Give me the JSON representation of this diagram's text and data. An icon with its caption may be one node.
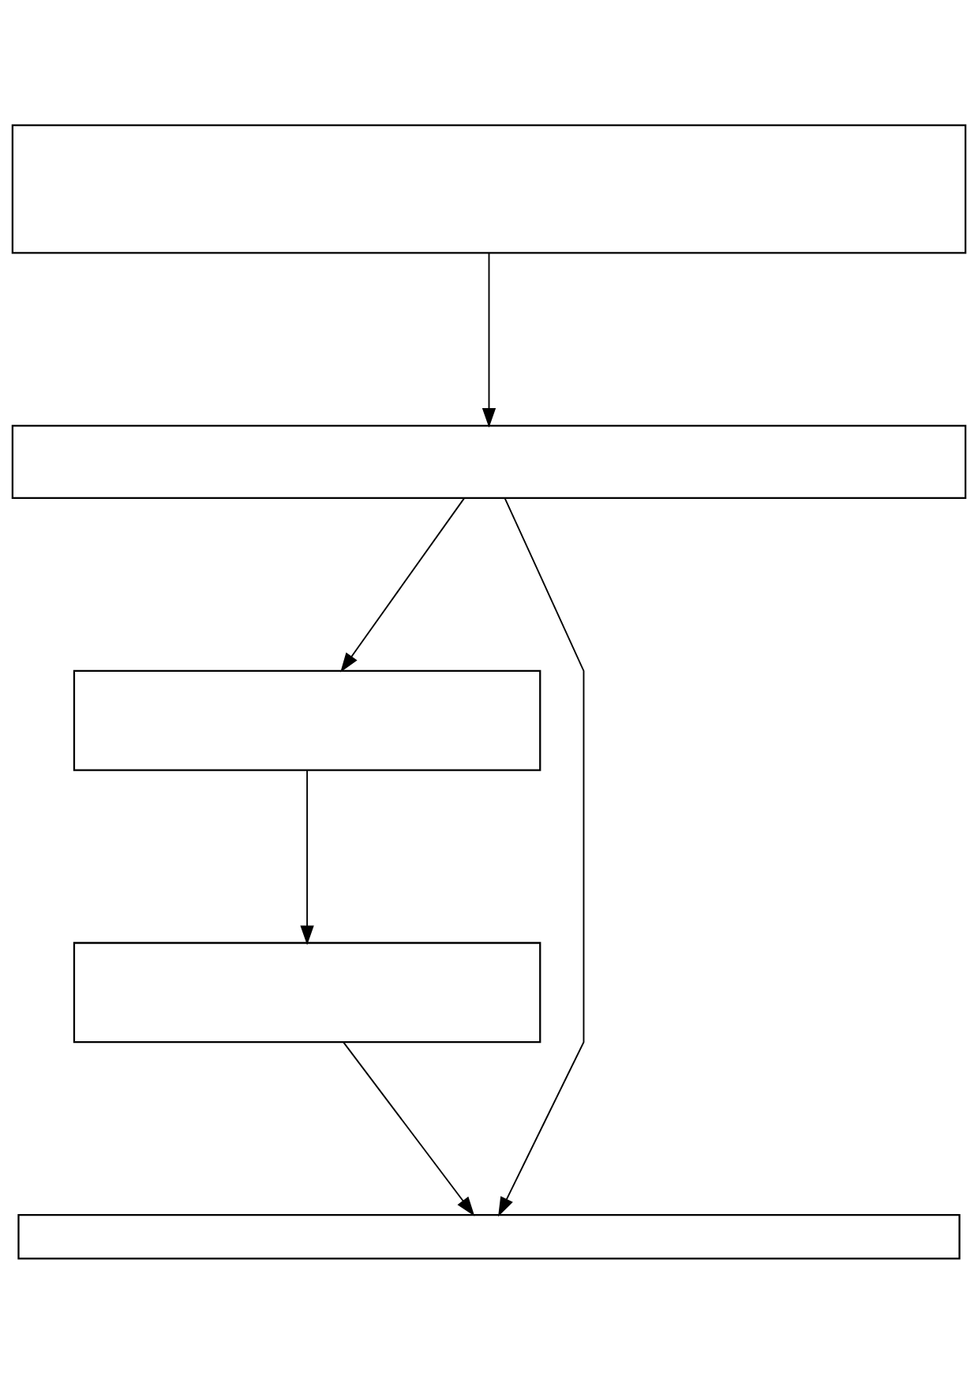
{
  "diagram": {
    "nodes": [
      {
        "text": [],
        "shape": "box"
      },
      {
        "text": [],
        "shape": "box"
      },
      {
        "text": [],
        "shape": "box"
      },
      {
        "text": [],
        "shape": "box"
      },
      {
        "text": [],
        "shape": "box"
      }
    ],
    "edges": [
      {
        "from": 0,
        "to": 1,
        "arrow": "to"
      },
      {
        "from": 1,
        "to": 2,
        "arrow": "to"
      },
      {
        "from": 1,
        "to": 4,
        "arrow": "to"
      },
      {
        "from": 2,
        "to": 3,
        "arrow": "to"
      },
      {
        "from": 3,
        "to": 4,
        "arrow": "to"
      }
    ]
  }
}
